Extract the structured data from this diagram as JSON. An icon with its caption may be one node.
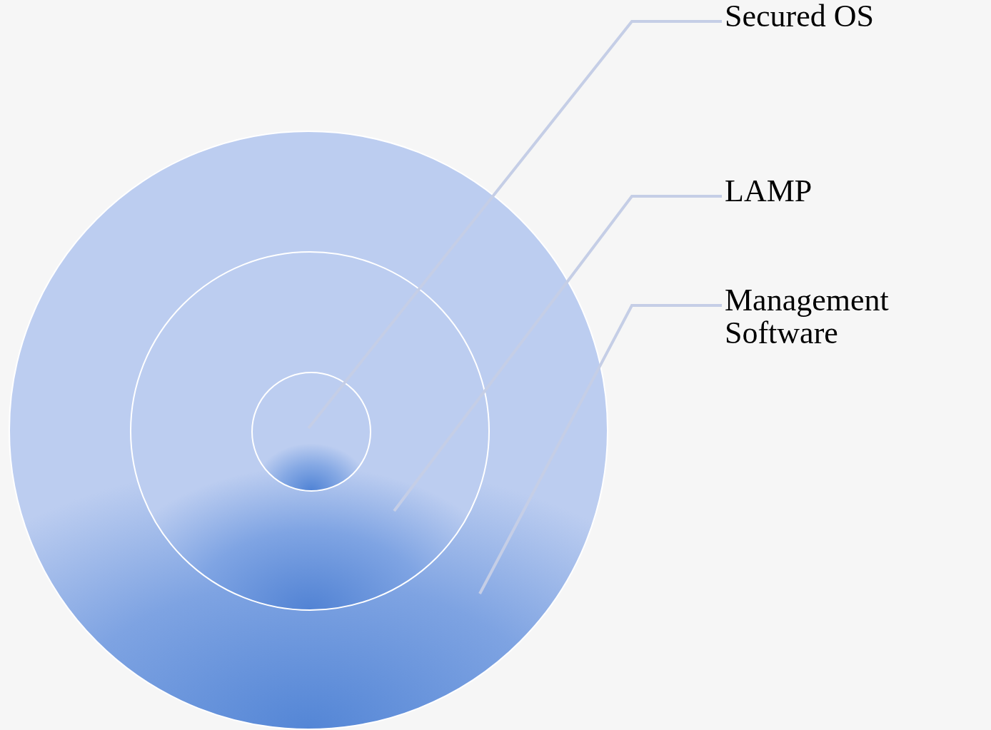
{
  "diagram": {
    "nodes": [
      {
        "text": [],
        "shape": "circle"
      },
      {
        "text": [],
        "shape": "circle",
        "in": 0
      },
      {
        "text": [],
        "shape": "circle",
        "in": 1
      },
      {
        "text": [
          "Secured OS"
        ]
      },
      {
        "text": [
          "LAMP"
        ]
      },
      {
        "text": [
          "Management Software"
        ]
      }
    ],
    "edges": [
      {
        "from": 3,
        "to": 2,
        "arrow": "none"
      },
      {
        "from": 4,
        "to": 1,
        "arrow": "none"
      },
      {
        "from": 5,
        "to": 0,
        "arrow": "none"
      }
    ]
  }
}
